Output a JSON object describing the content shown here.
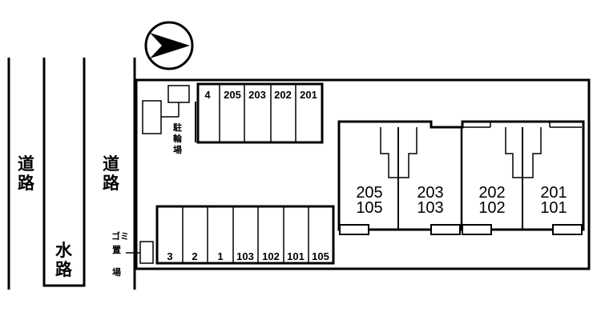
{
  "map": {
    "compass_icon": "north-arrow-icon",
    "road_left": [
      "道",
      "路"
    ],
    "road_right": [
      "道",
      "路"
    ],
    "waterway": [
      "水",
      "路"
    ],
    "bicycle_parking": [
      "駐",
      "輪",
      "場"
    ],
    "garbage_area": [
      "ゴミ",
      "置",
      "場"
    ],
    "parking_top": [
      "4",
      "205",
      "203",
      "202",
      "201"
    ],
    "parking_bottom": [
      "3",
      "2",
      "1",
      "103",
      "102",
      "101",
      "105"
    ],
    "units": [
      {
        "upper": "205",
        "lower": "105"
      },
      {
        "upper": "203",
        "lower": "103"
      },
      {
        "upper": "202",
        "lower": "102"
      },
      {
        "upper": "201",
        "lower": "101"
      }
    ]
  }
}
